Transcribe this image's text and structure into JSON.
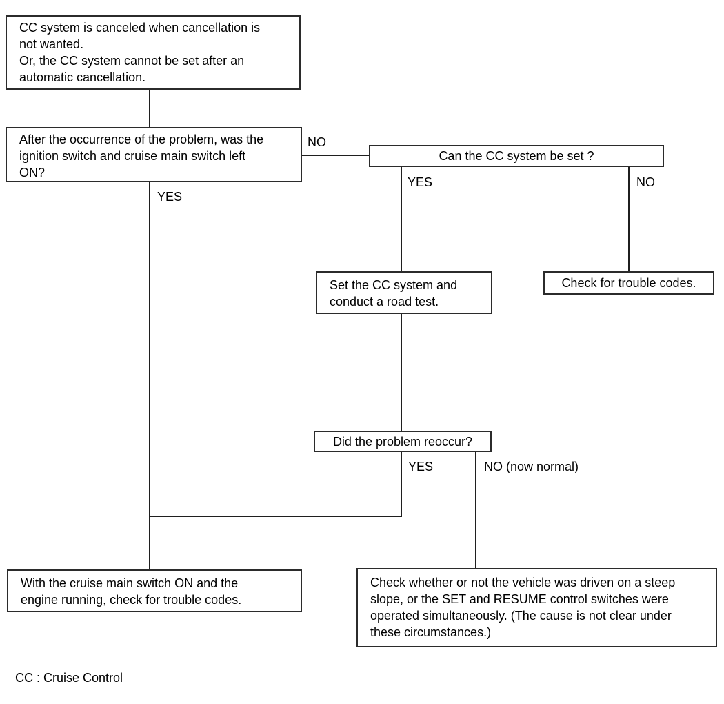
{
  "diagram": {
    "title_hint": "Cruise Control system diagnostic flowchart",
    "colors": {
      "background": "#ffffff",
      "box_border": "#2b2b2b",
      "line": "#1f1f1f",
      "text": "#000000"
    },
    "nodes": {
      "symptom": {
        "text": "CC system is canceled when cancellation is\nnot wanted.\nOr, the CC system cannot be set after an\nautomatic cancellation."
      },
      "q_ignition": {
        "text": "After the occurrence of the problem, was the\nignition switch and cruise main switch left\nON?"
      },
      "q_can_set": {
        "text": "Can the CC system be set ?"
      },
      "set_road_test": {
        "text": "Set the CC system and\nconduct a road test."
      },
      "check_trouble_codes": {
        "text": "Check for trouble codes."
      },
      "q_reoccur": {
        "text": "Did the problem reoccur?"
      },
      "check_codes_engine_running": {
        "text": "With the cruise main switch ON and the\nengine running, check for trouble codes."
      },
      "check_slope": {
        "text": "Check whether or not the vehicle was driven on a steep\nslope, or the SET and RESUME control switches were\noperated simultaneously. (The cause is not clear under\nthese circumstances.)"
      }
    },
    "edge_labels": {
      "ignition_no": "NO",
      "ignition_yes": "YES",
      "can_set_yes": "YES",
      "can_set_no": "NO",
      "reoccur_yes": "YES",
      "reoccur_no": "NO (now normal)"
    },
    "legend": "CC : Cruise Control"
  }
}
